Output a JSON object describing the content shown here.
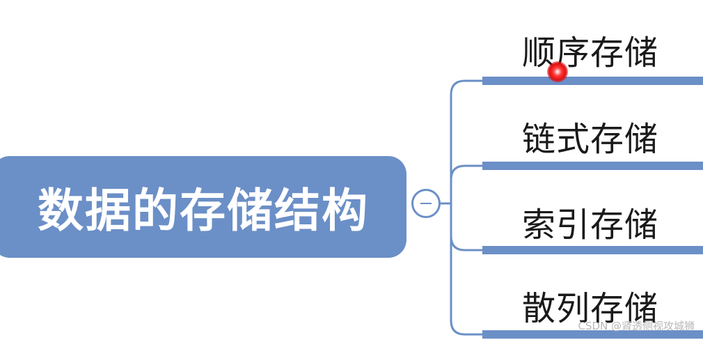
{
  "mindmap": {
    "root": {
      "label": "数据的存储结构"
    },
    "branches": [
      {
        "label": "顺序存储"
      },
      {
        "label": "链式存储"
      },
      {
        "label": "索引存储"
      },
      {
        "label": "散列存储"
      }
    ]
  },
  "colors": {
    "node_fill": "#6b8fc7",
    "connector": "#6b8fc7",
    "pointer_dot": "#e01010"
  },
  "toggle": {
    "state": "expanded",
    "icon": "minus-icon"
  },
  "watermark": {
    "text": "CSDN @肾透侧视攻城狮"
  }
}
